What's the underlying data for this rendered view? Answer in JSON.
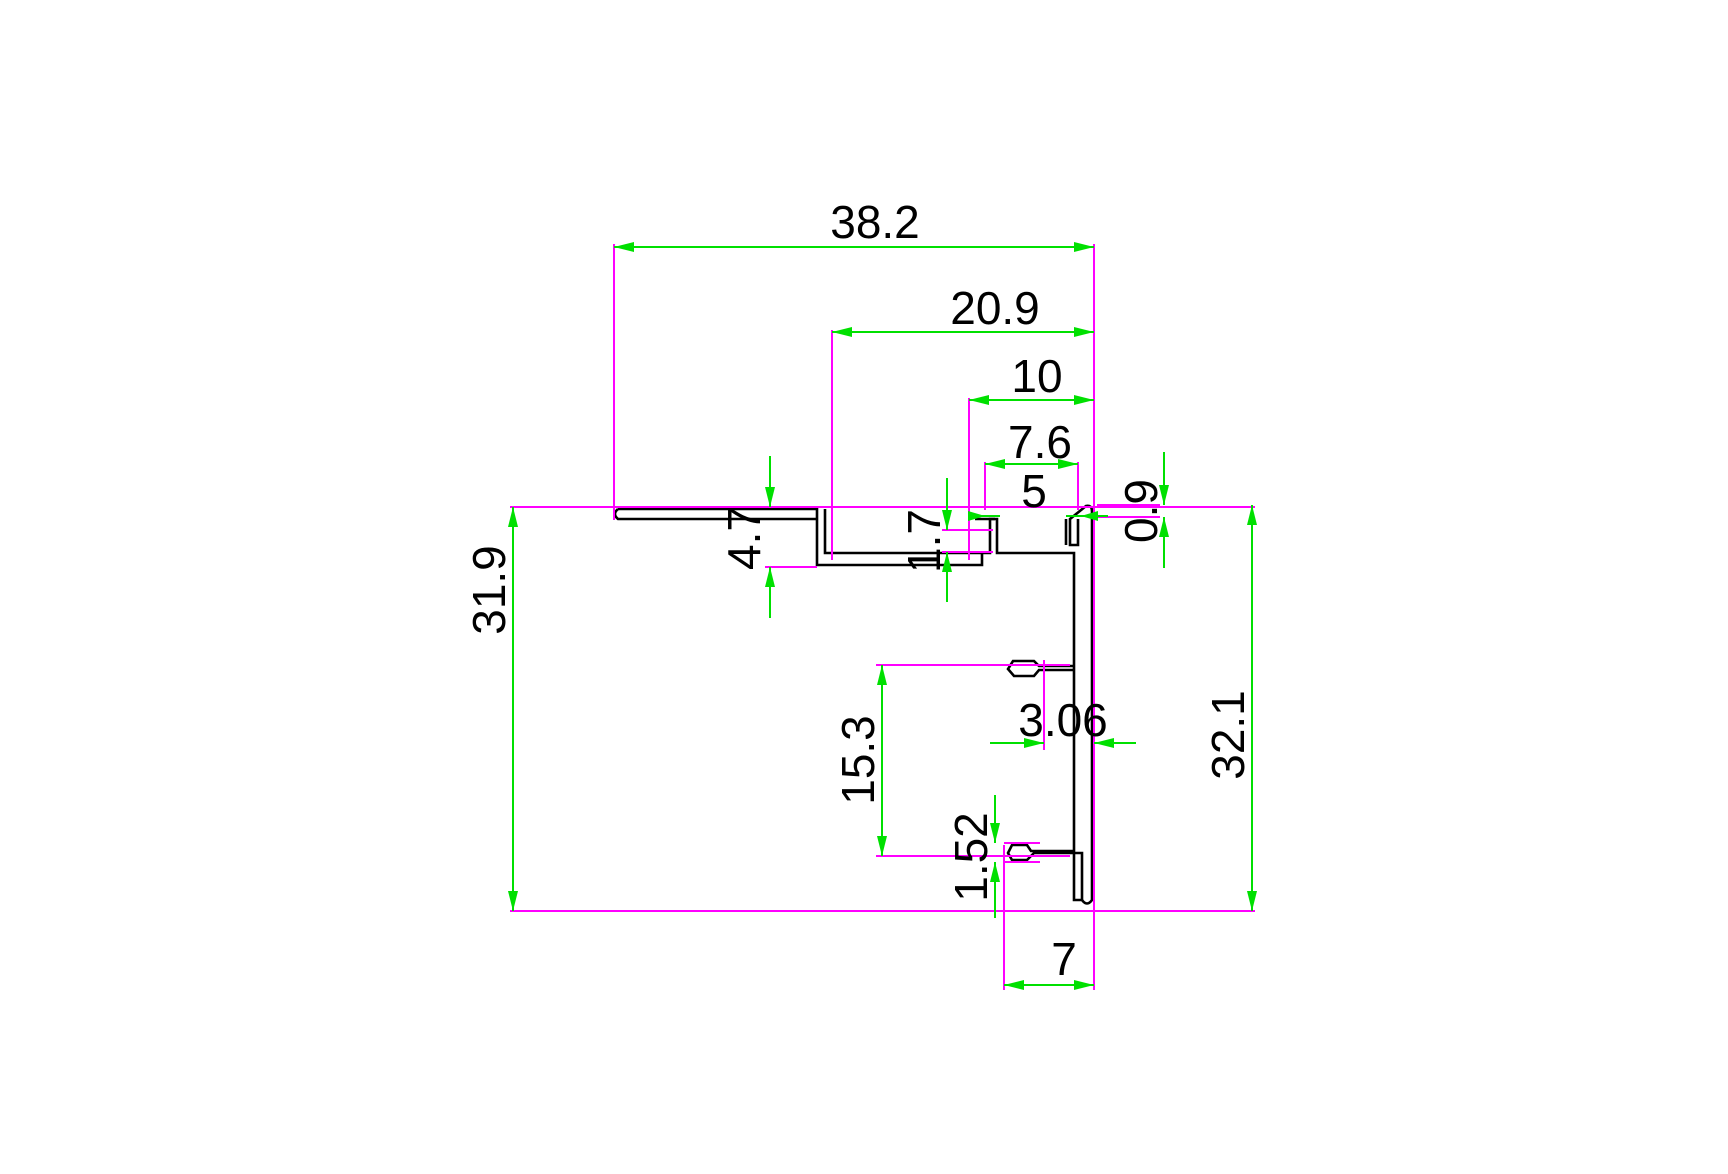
{
  "drawing": {
    "colors": {
      "background": "#ffffff",
      "profile": "#000000",
      "extension_lines": "#ff00ff",
      "dimension_lines": "#00e000",
      "text": "#000000"
    },
    "dimensions": {
      "overall_width": "38.2",
      "width_20_9": "20.9",
      "width_10": "10",
      "width_7_6": "7.6",
      "width_5": "5",
      "height_0_9": "0.9",
      "height_4_7": "4.7",
      "height_1_7": "1.7",
      "overall_height_left": "31.9",
      "overall_height_right": "32.1",
      "height_15_3": "15.3",
      "width_3_06": "3.06",
      "height_1_52": "1.52",
      "width_7": "7"
    }
  }
}
